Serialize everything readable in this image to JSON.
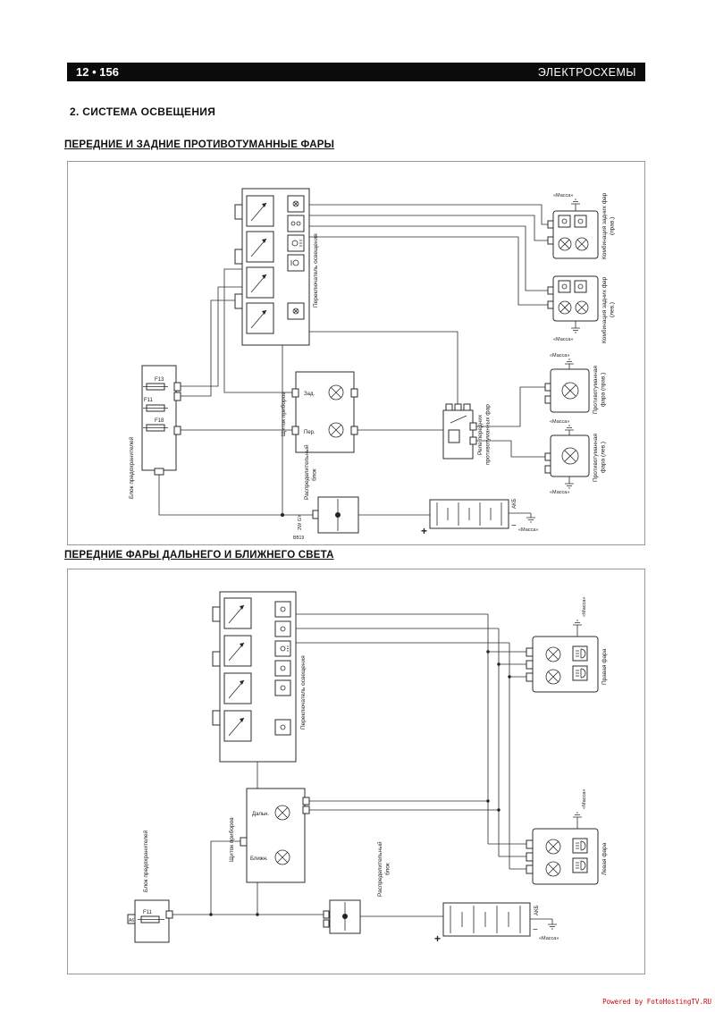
{
  "page": {
    "page_number": "12 • 156",
    "header_right": "ЭЛЕКТРОСХЕМЫ",
    "section_title": "2.  СИСТЕМА ОСВЕЩЕНИЯ",
    "watermark": "Powered by FotoHostingTV.RU"
  },
  "diagram1": {
    "title": "ПЕРЕДНИЕ И ЗАДНИЕ ПРОТИВОТУМАННЫЕ ФАРЫ",
    "light_switch": "Переключатель освещения",
    "fuse_box": "Блок предохранителей",
    "fuse_f13": "F13",
    "fuse_f11": "F11",
    "fuse_f18": "F18",
    "instrument_panel": "Щиток приборов",
    "lamp_rear": "Зад.",
    "lamp_front": "Пер.",
    "relay": "Реле передних противотуманных фар",
    "dist_block": "Распределительный блок",
    "wire_code": "2W GY",
    "wire_code2": "BB19",
    "battery": "АКБ",
    "plus": "+",
    "minus": "−",
    "ground": "«Масса»",
    "rear_combo_right": "Комбинация задних фар (прав.)",
    "rear_combo_left": "Комбинация задних фар (лев.)",
    "fog_right": "Противотуманная фара (прав.)",
    "fog_left": "Противотуманная фара (лев.)"
  },
  "diagram2": {
    "title": "ПЕРЕДНИЕ ФАРЫ ДАЛЬНЕГО И БЛИЖНЕГО СВЕТА",
    "light_switch": "Переключатель освещения",
    "fuse_box": "Блок предохранителей",
    "fuse_f11": "F11",
    "pin_a6": "A6",
    "instrument_panel": "Щиток приборов",
    "lamp_high": "Дальн.",
    "lamp_low": "Ближн.",
    "dist_block": "Распределительный блок",
    "battery": "АКБ",
    "plus": "+",
    "minus": "−",
    "ground": "«Масса»",
    "headlamp_right": "Правая фара",
    "headlamp_left": "Левая фара"
  }
}
